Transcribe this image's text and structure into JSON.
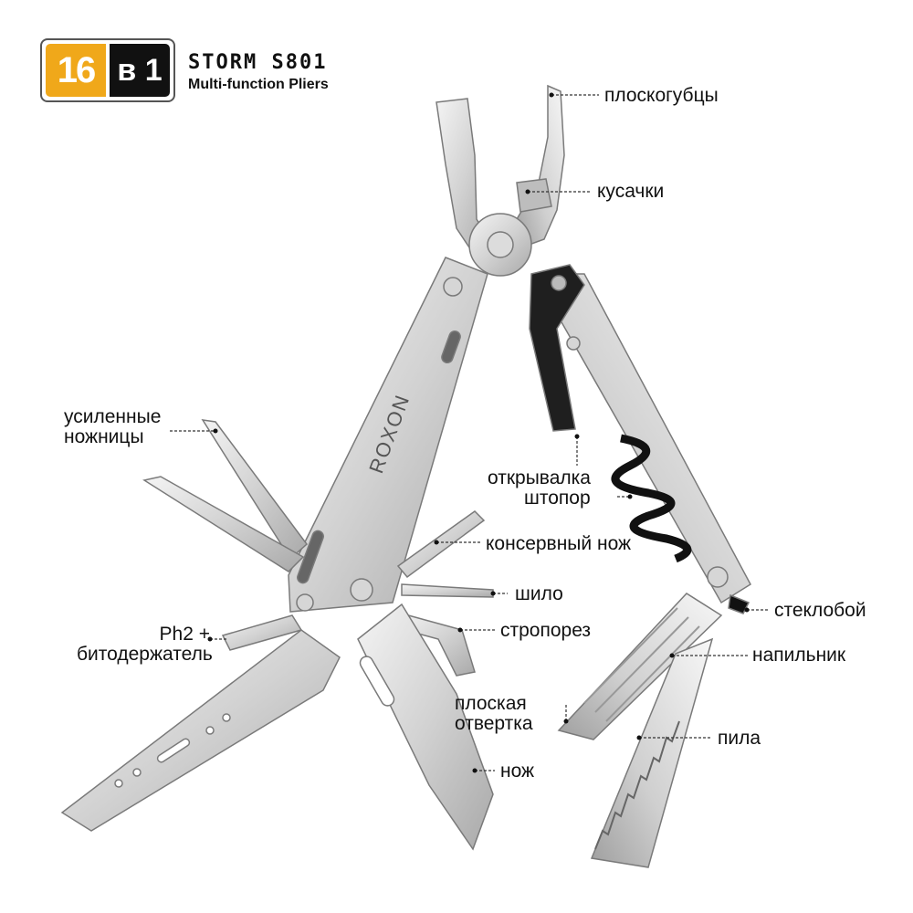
{
  "badge": {
    "number": "16",
    "word": "в 1"
  },
  "product": {
    "name": "STORM S801",
    "subtitle": "Multi-function Pliers"
  },
  "brand_engraving": "ROXON",
  "labels": {
    "pliers": "плоскогубцы",
    "wire_cutters": "кусачки",
    "scissors_line1": "усиленные",
    "scissors_line2": "ножницы",
    "bottle_opener": "открывалка",
    "corkscrew": "штопор",
    "can_opener": "консервный нож",
    "awl": "шило",
    "glass_breaker": "стеклобой",
    "bit_holder_line1": "Ph2 +",
    "bit_holder_line2": "битодержатель",
    "strap_cutter": "стропорез",
    "file": "напильник",
    "flat_screwdriver_line1": "плоская",
    "flat_screwdriver_line2": "отвертка",
    "saw": "пила",
    "knife": "нож"
  },
  "colors": {
    "steel_light": "#e6e6e6",
    "steel_mid": "#c9c9c9",
    "steel_dark": "#8a8a8a",
    "leader": "#333333",
    "badge_orange": "#f0a81a"
  }
}
